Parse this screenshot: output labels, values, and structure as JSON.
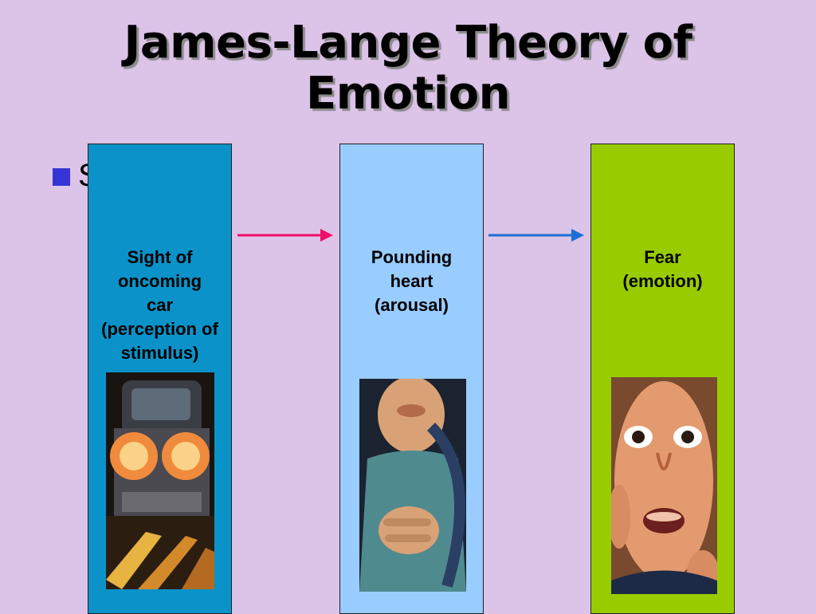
{
  "slide": {
    "title": "James-Lange Theory of\nEmotion",
    "bullet_fragment": "S"
  },
  "stages": [
    {
      "label": "Sight of\noncoming\ncar\n(perception of\nstimulus)",
      "color": "#0b93c9"
    },
    {
      "label": "Pounding\nheart\n(arousal)",
      "color": "#99ccff"
    },
    {
      "label": "Fear\n(emotion)",
      "color": "#99cc00"
    }
  ],
  "arrows": [
    {
      "color": "#ef0f6a"
    },
    {
      "color": "#1b6fd6"
    }
  ],
  "colors": {
    "background": "#dcc3e8",
    "bullet": "#3535d6"
  }
}
